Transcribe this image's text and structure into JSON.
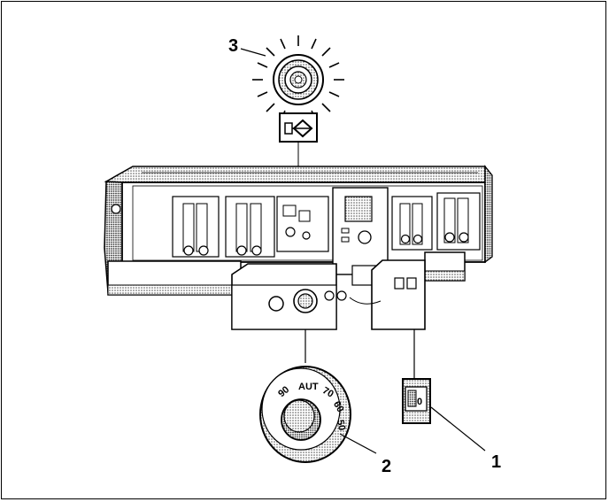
{
  "callouts": {
    "label_1": "1",
    "label_2": "2",
    "label_3": "3"
  },
  "dial": {
    "marks": [
      "90",
      "AUT",
      "70",
      "60",
      "50"
    ]
  },
  "switch": {
    "position_label": "0"
  },
  "colors": {
    "ink": "#000000",
    "paper": "#ffffff",
    "shade": "#bdbdbd"
  }
}
